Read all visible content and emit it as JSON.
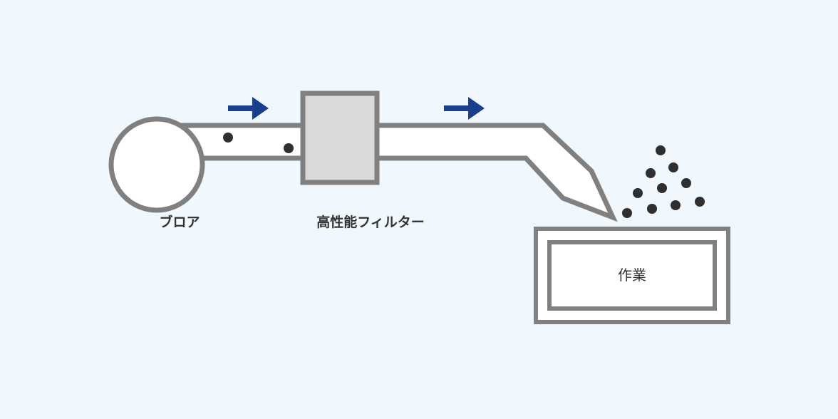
{
  "diagram": {
    "title": "",
    "labels": {
      "blower": "ブロア",
      "filter": "高性能フィルター",
      "work": "作業"
    },
    "colors": {
      "background": "#f0f7fd",
      "outline": "#808080",
      "filter_fill": "#d9d9d9",
      "arrow": "#1a3e8c",
      "particle": "#2f2f2f",
      "fill": "#ffffff"
    },
    "flow_arrows": [
      "arrow-right",
      "arrow-right"
    ],
    "particle_counts": {
      "before_filter": 2,
      "at_work_area": 10
    }
  }
}
